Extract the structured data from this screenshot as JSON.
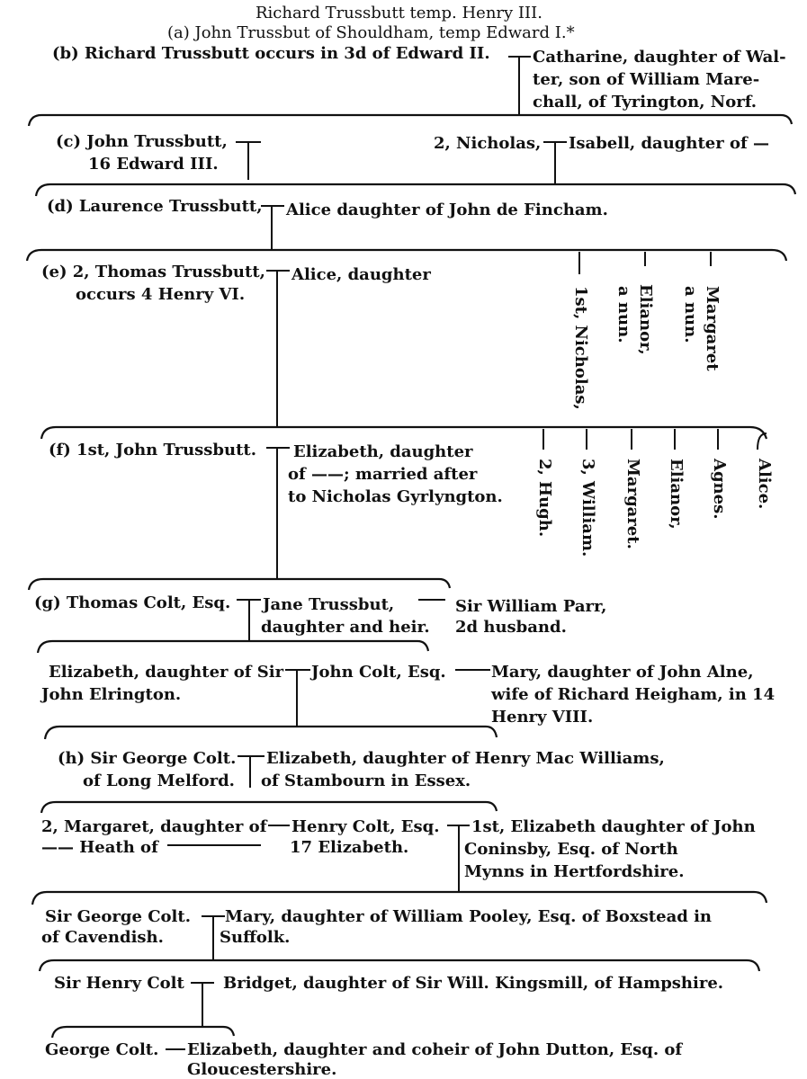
{
  "header": {
    "line1": "Richard Trussbutt temp. Henry III.",
    "line2": "(a) John Trussbut of Shouldham, temp  Edward I.*"
  },
  "gen_b": {
    "left": "(b) Richard Trussbutt occurs in 3d of Edward II.",
    "wife_1": "Catharine, daughter of Wal-",
    "wife_2": "ter, son of William  Mare-",
    "wife_3": "chall, of Tyrington, Norf."
  },
  "gen_c": {
    "left_1": "(c) John Trussbutt,",
    "left_2": "16 Edward III.",
    "right": "2, Nicholas,",
    "right_wife": "Isabell, daughter of —"
  },
  "gen_d": {
    "left": "(d) Laurence Trussbutt,",
    "wife": "Alice daughter of John de Fincham."
  },
  "gen_e": {
    "left_1": "(e) 2, Thomas Trussbutt,",
    "left_2": "occurs 4 Henry VI.",
    "wife": "Alice, daughter",
    "sibling_1": "1st, Nicholas,",
    "sibling_2a": "Elianor,",
    "sibling_2b": "a nun.",
    "sibling_3a": "Margaret",
    "sibling_3b": "a nun."
  },
  "gen_f": {
    "left": "(f) 1st, John Trussbutt.",
    "wife_1": "Elizabeth,    daughter",
    "wife_2": "of ——; married  after",
    "wife_3": "to Nicholas Gyrlyngton.",
    "sibling_1": "2, Hugh.",
    "sibling_2": "3, William.",
    "sibling_3": "Margaret.",
    "sibling_4": "Elianor,",
    "sibling_5": "Agnes.",
    "sibling_6": "Alice."
  },
  "gen_g": {
    "left": "(g) Thomas Colt, Esq.",
    "wife_1": "Jane Trussbut,",
    "wife_2": "daughter and heir.",
    "second_1": "Sir William Parr,",
    "second_2": "2d husband."
  },
  "gen_john_colt": {
    "wife_1": "Elizabeth, daughter of Sir",
    "wife_2": "John Elrington.",
    "name": "John Colt, Esq.",
    "second_1": "Mary, daughter of John Alne,",
    "second_2": "wife of Richard Heigham, in 14",
    "second_3": "Henry VIII."
  },
  "gen_h": {
    "left_1": "(h) Sir  George Colt.",
    "left_2": "of Long Melford.",
    "wife_1": "Elizabeth, daughter of Henry Mac Williams,",
    "wife_2": "of Stambourn in Essex."
  },
  "gen_henry": {
    "wife2_1": "2, Margaret, daughter of",
    "wife2_2": "—— Heath of",
    "name_1": "Henry Colt, Esq.",
    "name_2": "17 Elizabeth.",
    "wife1_1": "1st, Elizabeth daughter of John",
    "wife1_2": "Coninsby,    Esq.   of   North",
    "wife1_3": "Mynns in Hertfordshire."
  },
  "gen_george2": {
    "left_1": "Sir George Colt.",
    "left_2": "of Cavendish.",
    "wife_1": "Mary, daughter of William  Pooley, Esq. of Boxstead in",
    "wife_2": "Suffolk."
  },
  "gen_henry2": {
    "name": "Sir Henry Colt",
    "wife": "Bridget, daughter of Sir Will. Kingsmill, of Hampshire."
  },
  "gen_george3": {
    "name": "George Colt.",
    "wife_1": "Elizabeth, daughter and coheir of John Dutton, Esq. of",
    "wife_2": "Gloucestershire."
  }
}
